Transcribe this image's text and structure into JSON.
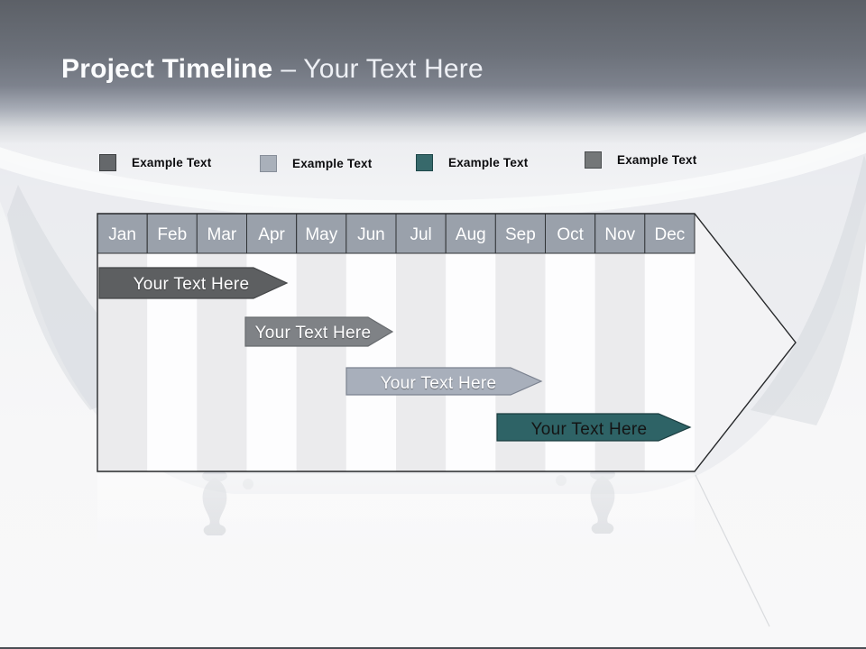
{
  "title": {
    "bold": "Project Timeline",
    "rest": "– Your Text Here"
  },
  "legend": {
    "items": [
      {
        "label": "Example Text",
        "color": "#65686b",
        "border": "#3c3f41"
      },
      {
        "label": "Example Text",
        "color": "#a9b0ba",
        "border": "#878e99"
      },
      {
        "label": "Example Text",
        "color": "#37696b",
        "border": "#1d4749"
      },
      {
        "label": "Example Text",
        "color": "#747778",
        "border": "#4a4d4f"
      }
    ]
  },
  "timeline": {
    "months": [
      "Jan",
      "Feb",
      "Mar",
      "Apr",
      "May",
      "Jun",
      "Jul",
      "Aug",
      "Sep",
      "Oct",
      "Nov",
      "Dec"
    ],
    "header_fill": "#9aa1ab",
    "header_border": "#303336",
    "colors": {
      "stripe_shaded": "#ebebed",
      "stripe_plain": "#fdfdfe",
      "arrow_fill": "#f3f3f5",
      "outline": "#26282a"
    },
    "bars": [
      {
        "label": "Your Text Here",
        "start": "Jan",
        "end": "Apr",
        "color": "#5d5f61",
        "border": "#434547"
      },
      {
        "label": "Your Text Here",
        "start": "Apr",
        "end": "Jun",
        "color": "#7f8286",
        "border": "#686b6f"
      },
      {
        "label": "Your Text Here",
        "start": "Jun",
        "end": "Sep",
        "color": "#a8afbb",
        "border": "#7b8290"
      },
      {
        "label": "Your Text Here",
        "start": "Sep",
        "end": "Dec",
        "color": "#2e6366",
        "border": "#1a3c3f"
      }
    ]
  }
}
